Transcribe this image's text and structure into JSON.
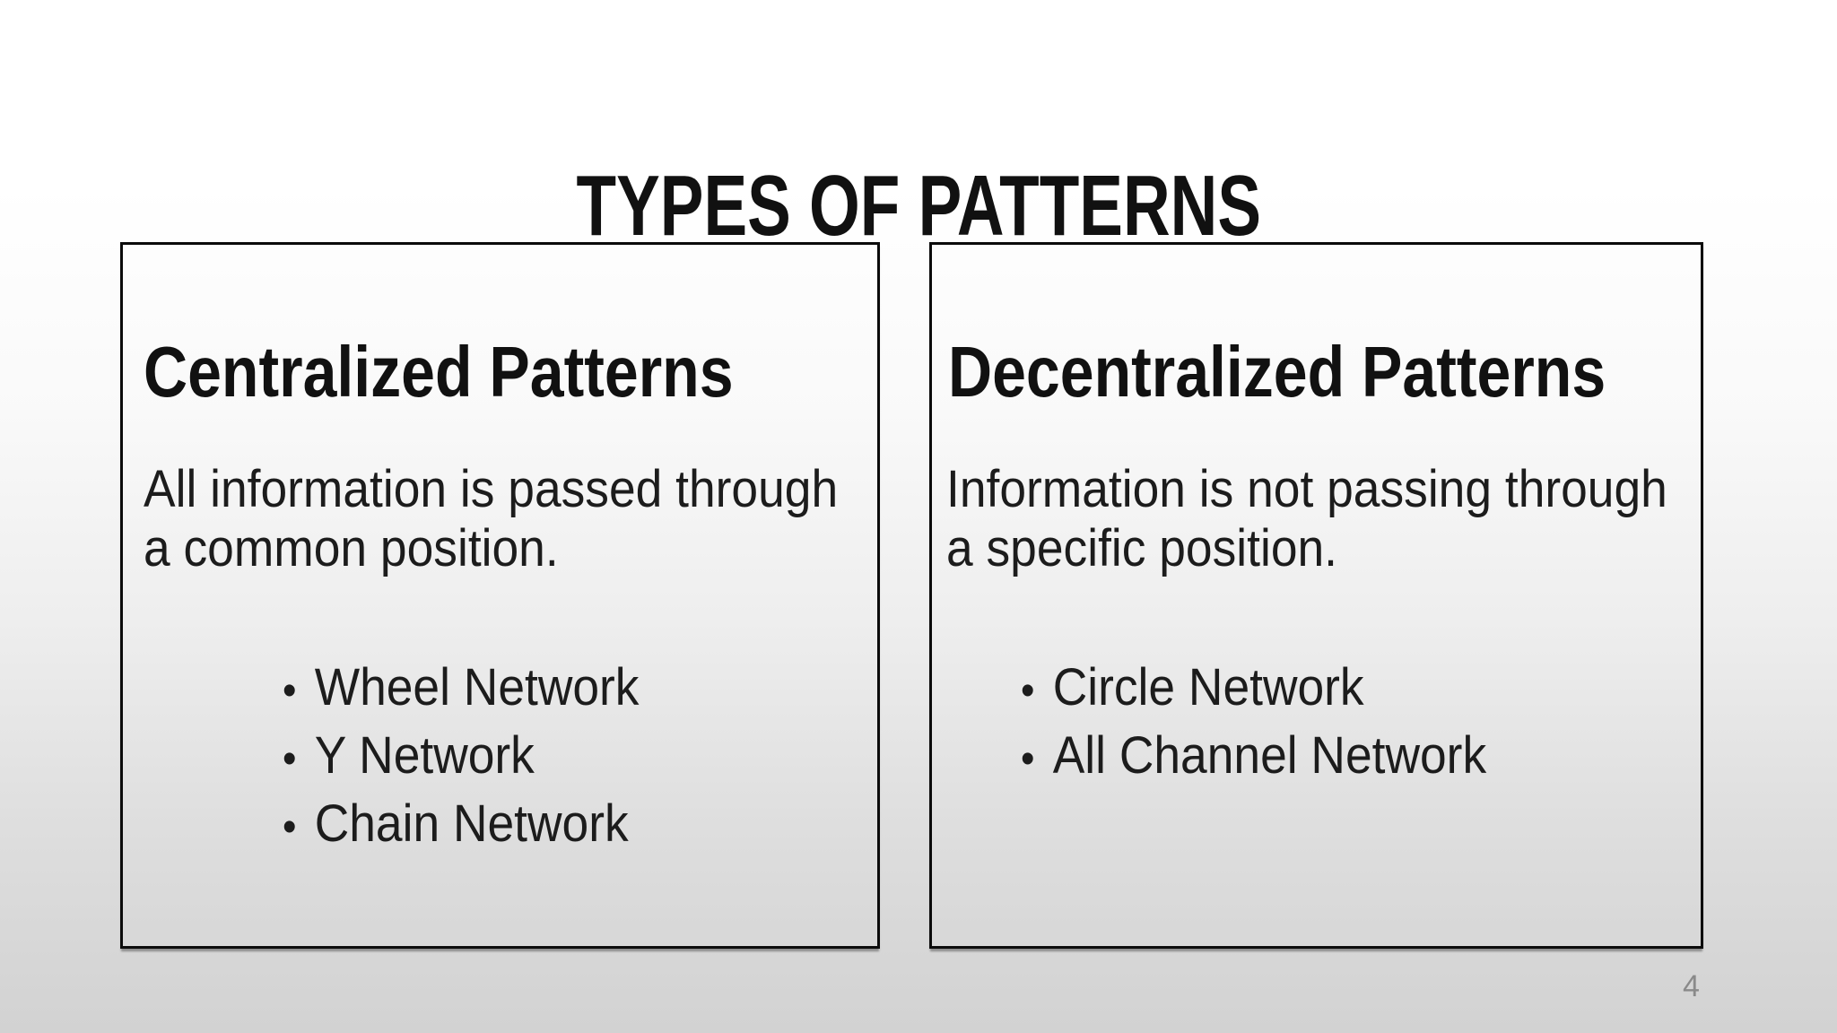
{
  "slide": {
    "title": "TYPES OF PATTERNS",
    "page_number": "4",
    "bullet_glyph": "•",
    "panels": [
      {
        "heading": "Centralized Patterns",
        "body_lines": [
          "All information is passed through",
          "a common position."
        ],
        "bullets": [
          "Wheel Network",
          "Y Network",
          "Chain Network"
        ]
      },
      {
        "heading": "Decentralized Patterns",
        "body_lines": [
          "Information is not passing through",
          "a specific position."
        ],
        "bullets": [
          "Circle Network",
          "All Channel Network"
        ]
      }
    ]
  }
}
